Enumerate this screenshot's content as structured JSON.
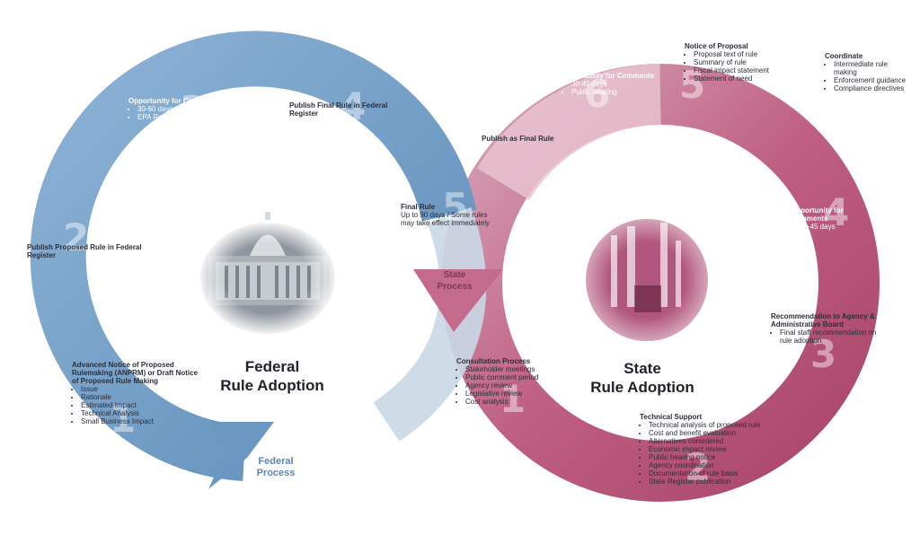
{
  "federal": {
    "title_line1": "Federal",
    "title_line2": "Rule Adoption",
    "process_line1": "Federal",
    "process_line2": "Process",
    "step1": {
      "number": "1",
      "heading": "Advanced Notice of Proposed Rulemaking (ANPRM) or Draft Notice of Proposed Rule Making",
      "items": [
        "Issue",
        "Rationale",
        "Estimated Impact",
        "Technical Analysis",
        "Small Business Impact"
      ]
    },
    "step2": {
      "number": "2",
      "heading": "Publish Proposed Rule in Federal Register"
    },
    "step3": {
      "number": "3",
      "heading": "Opportunity for Comments",
      "items": [
        "30-60 days",
        "EPA Review"
      ]
    },
    "step4": {
      "number": "4",
      "heading": "Publish Final Rule in Federal Register"
    },
    "step5": {
      "number": "5",
      "heading": "Final Rule",
      "body": "Up to 90 days / Some rules may take effect immediately"
    }
  },
  "state": {
    "title_line1": "State",
    "title_line2": "Rule Adoption",
    "process_line1": "State",
    "process_line2": "Process",
    "step1": {
      "number": "1",
      "heading": "Consultation Process",
      "items": [
        "Stakeholder meetings",
        "Public comment period",
        "Agency review",
        "Legislative review",
        "Cost analysis"
      ]
    },
    "step2": {
      "number": "2",
      "heading": "Technical Support",
      "items": [
        "Technical analysis of proposed rule",
        "Cost and benefit evaluation",
        "Alternatives considered",
        "Economic impact review",
        "Public hearing notice",
        "Agency coordination",
        "Documentation of rule basis",
        "State Register publication"
      ]
    },
    "step3": {
      "number": "3",
      "heading": "Recommendation to Agency & Administrative Board",
      "items": [
        "Final staff recommendation on rule adoption"
      ]
    },
    "step4": {
      "number": "4",
      "heading": "Opportunity for Comments",
      "items": [
        "30-45 days"
      ]
    },
    "step5": {
      "number": "5",
      "heading": "Notice of Proposal",
      "items": [
        "Proposal text of rule",
        "Summary of rule",
        "Fiscal impact statement",
        "Statement of need"
      ]
    },
    "step6": {
      "number": "6",
      "heading": "Opportunity for Comments",
      "items": [
        "30-45 days",
        "Public hearing"
      ]
    },
    "step7": {
      "heading": "Publish as Final Rule"
    }
  },
  "coordinate": {
    "heading": "Coordinate",
    "items": [
      "Intermediate rule making",
      "Enforcement guidance",
      "Compliance directives"
    ]
  },
  "colors": {
    "federal_blue": "#6f9cc5",
    "state_pink": "#b95378"
  }
}
